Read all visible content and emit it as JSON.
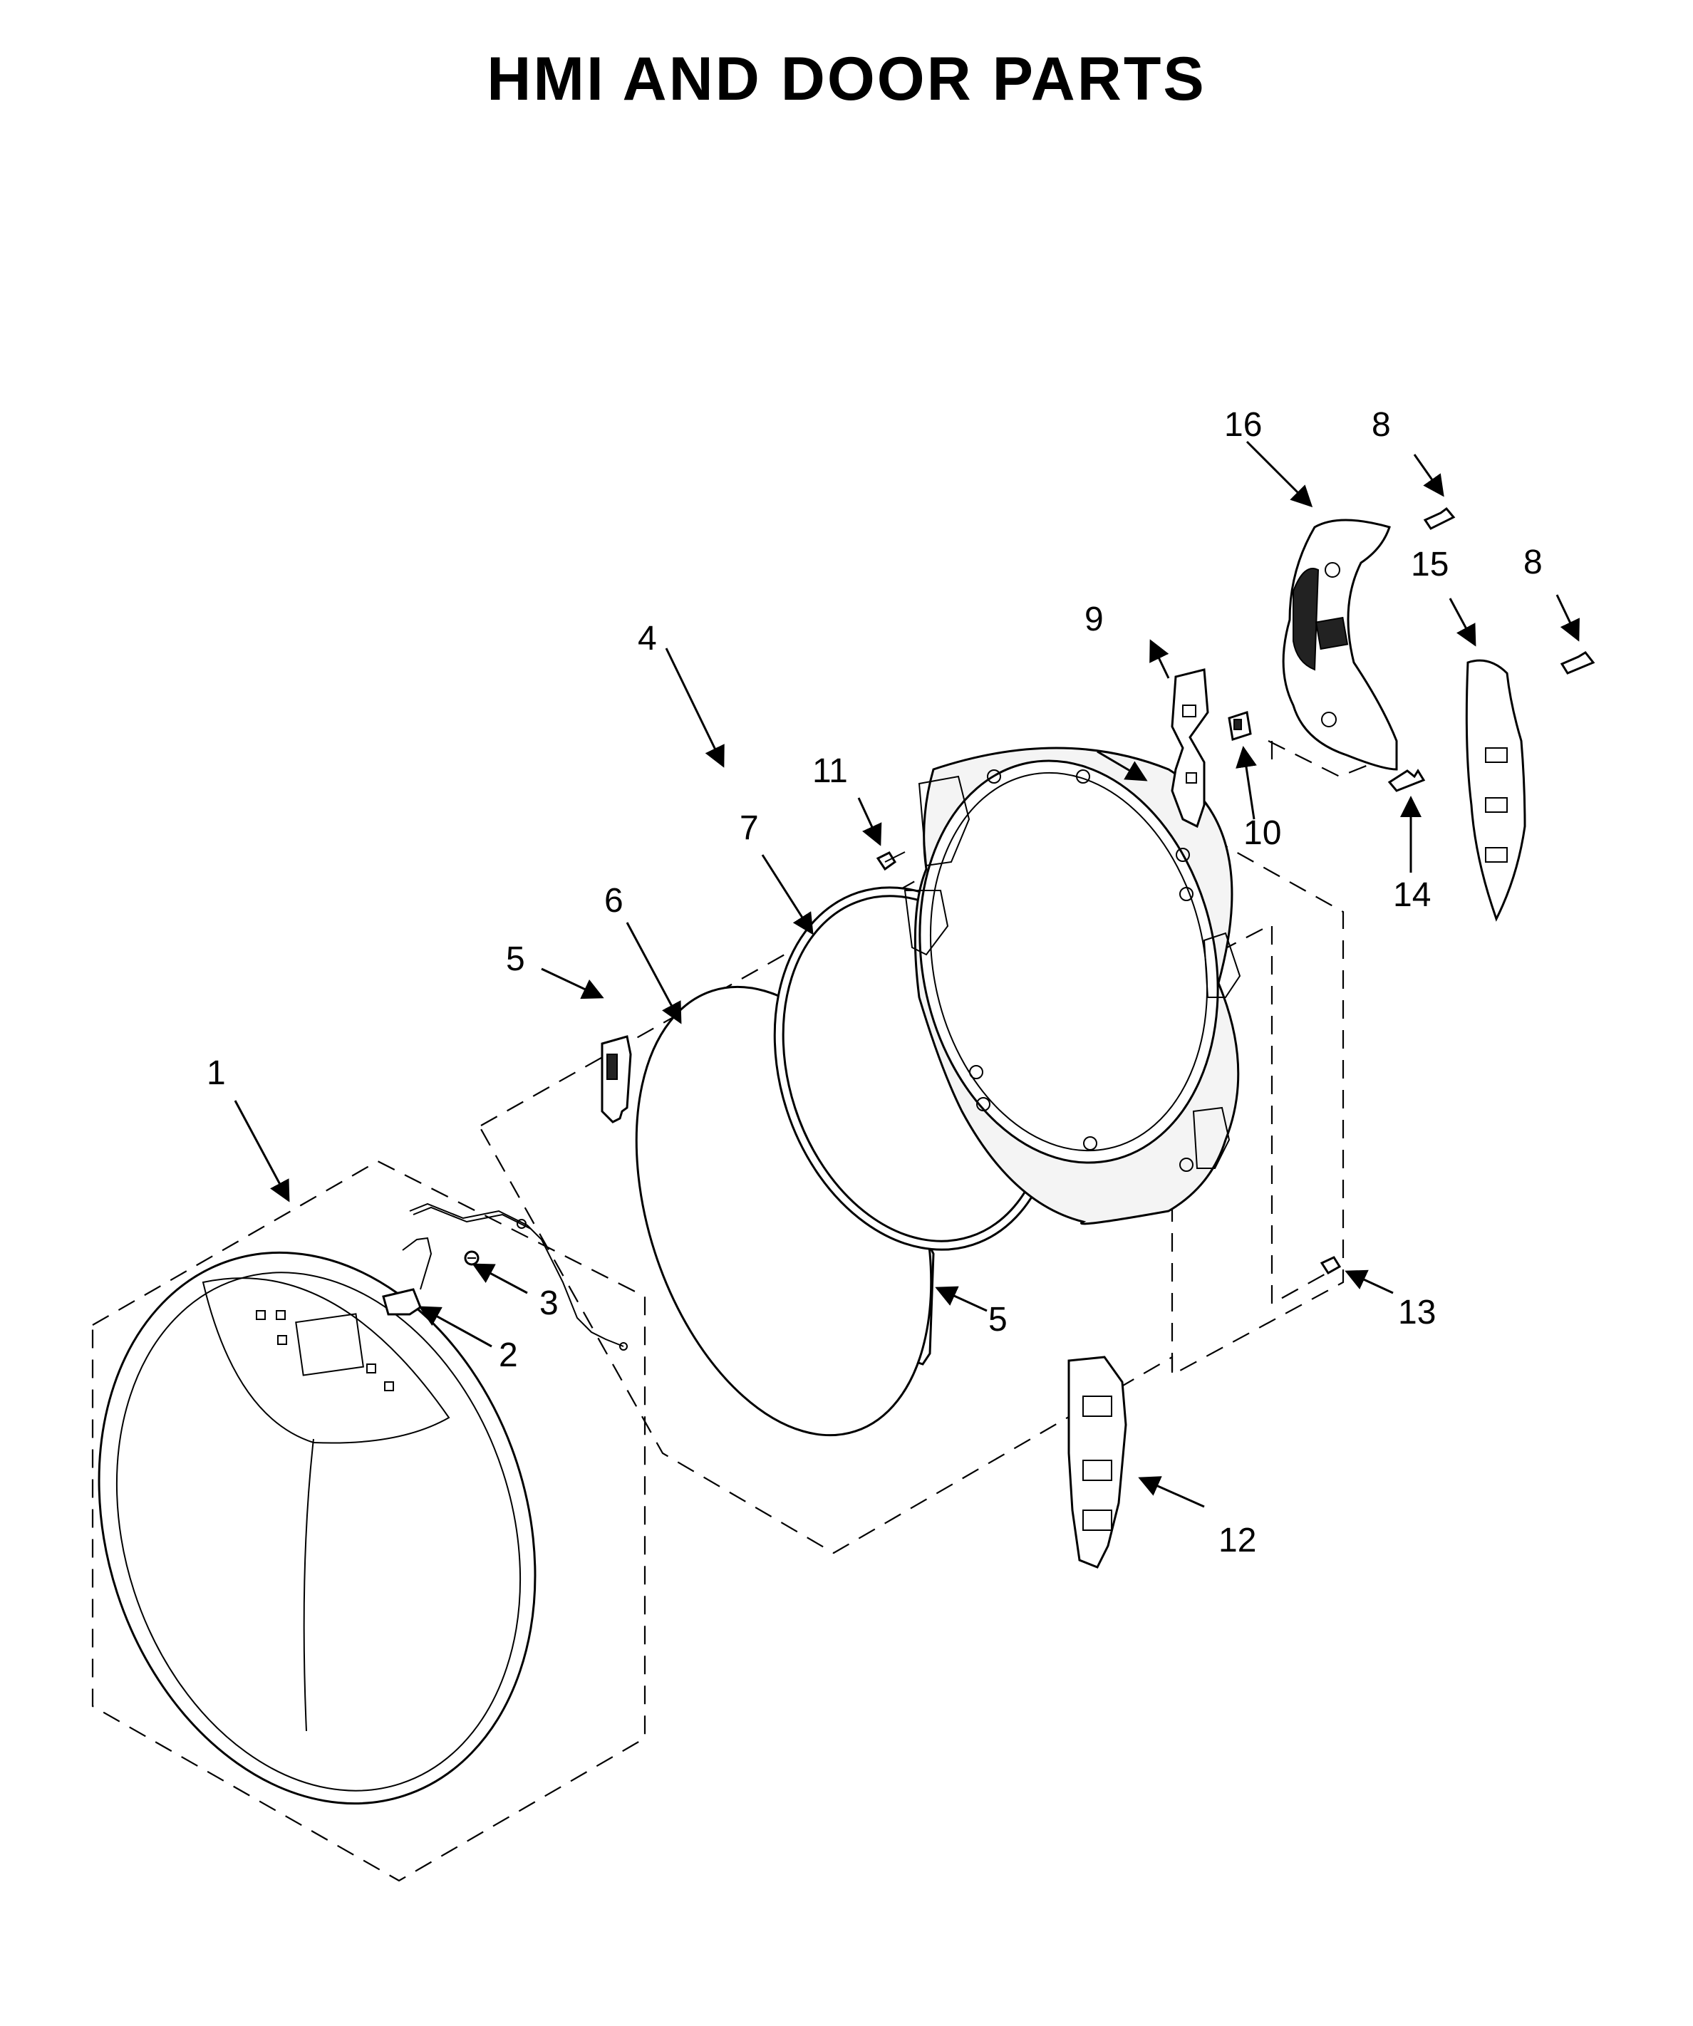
{
  "title": "HMI AND DOOR PARTS",
  "callouts": [
    {
      "id": "c1",
      "label": "1"
    },
    {
      "id": "c2",
      "label": "2"
    },
    {
      "id": "c3",
      "label": "3"
    },
    {
      "id": "c4",
      "label": "4"
    },
    {
      "id": "c5a",
      "label": "5"
    },
    {
      "id": "c5b",
      "label": "5"
    },
    {
      "id": "c6",
      "label": "6"
    },
    {
      "id": "c7",
      "label": "7"
    },
    {
      "id": "c8a",
      "label": "8"
    },
    {
      "id": "c8b",
      "label": "8"
    },
    {
      "id": "c9",
      "label": "9"
    },
    {
      "id": "c10",
      "label": "10"
    },
    {
      "id": "c11",
      "label": "11"
    },
    {
      "id": "c12",
      "label": "12"
    },
    {
      "id": "c13",
      "label": "13"
    },
    {
      "id": "c14",
      "label": "14"
    },
    {
      "id": "c15",
      "label": "15"
    },
    {
      "id": "c16",
      "label": "16"
    }
  ]
}
